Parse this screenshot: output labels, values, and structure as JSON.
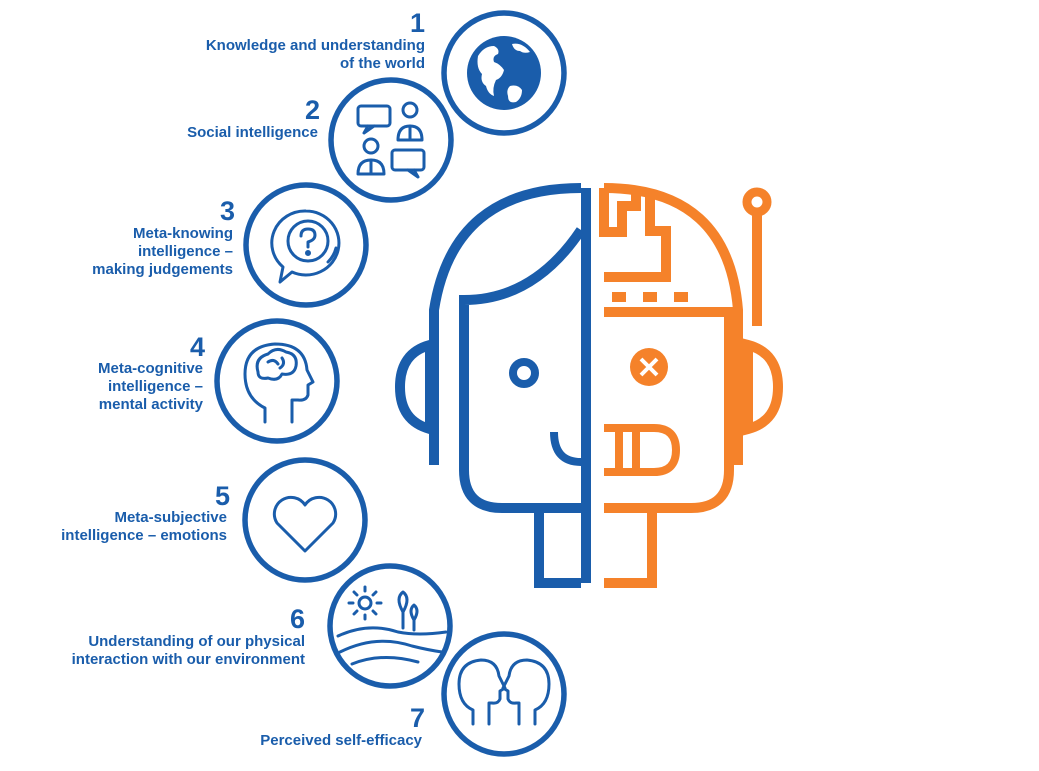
{
  "colors": {
    "blue": "#1a5dab",
    "orange": "#f5822a"
  },
  "items": [
    {
      "number": "1",
      "label_lines": [
        "Knowledge and understanding",
        "of the world"
      ],
      "icon": "globe-icon"
    },
    {
      "number": "2",
      "label_lines": [
        "Social intelligence"
      ],
      "icon": "conversation-icon"
    },
    {
      "number": "3",
      "label_lines": [
        "Meta-knowing",
        "intelligence –",
        "making judgements"
      ],
      "icon": "question-bubble-icon"
    },
    {
      "number": "4",
      "label_lines": [
        "Meta-cognitive",
        "intelligence –",
        "mental activity"
      ],
      "icon": "brain-head-icon"
    },
    {
      "number": "5",
      "label_lines": [
        "Meta-subjective",
        "intelligence – emotions"
      ],
      "icon": "heart-icon"
    },
    {
      "number": "6",
      "label_lines": [
        "Understanding of our physical",
        "interaction with our environment"
      ],
      "icon": "landscape-icon"
    },
    {
      "number": "7",
      "label_lines": [
        "Perceived self-efficacy"
      ],
      "icon": "two-faces-icon"
    }
  ],
  "central_graphic": {
    "left": "human-face-half",
    "right": "robot-face-half"
  }
}
